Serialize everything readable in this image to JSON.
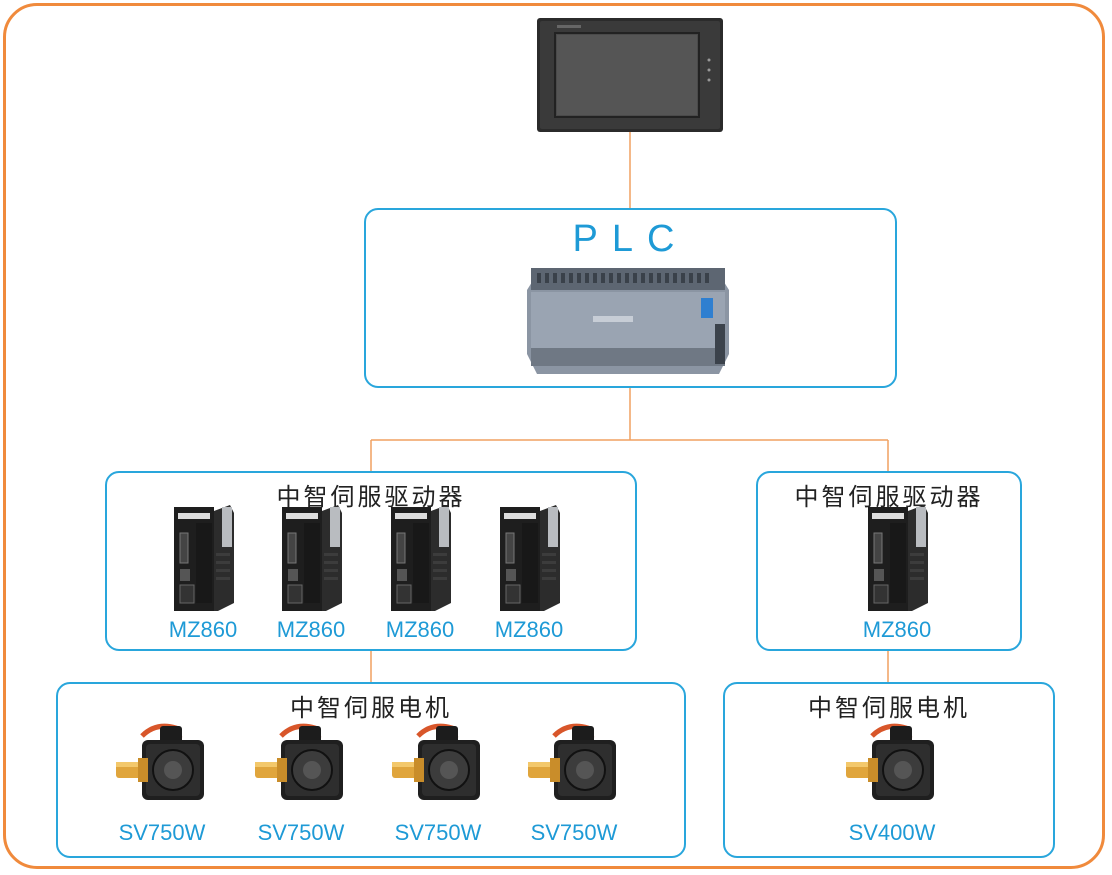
{
  "hmi": {
    "icon": "touchscreen-hmi-icon"
  },
  "plc": {
    "title": "PLC",
    "icon": "plc-controller-icon"
  },
  "drives_left": {
    "title": "中智伺服驱动器",
    "models": [
      "MZ860",
      "MZ860",
      "MZ860",
      "MZ860"
    ]
  },
  "drives_right": {
    "title": "中智伺服驱动器",
    "models": [
      "MZ860"
    ]
  },
  "motors_left": {
    "title": "中智伺服电机",
    "models": [
      "SV750W",
      "SV750W",
      "SV750W",
      "SV750W"
    ]
  },
  "motors_right": {
    "title": "中智伺服电机",
    "models": [
      "SV400W"
    ]
  },
  "colors": {
    "frame": "#f08a3c",
    "box_border": "#29a6dc",
    "label": "#1e9ad6",
    "wire": "#f0a060"
  }
}
